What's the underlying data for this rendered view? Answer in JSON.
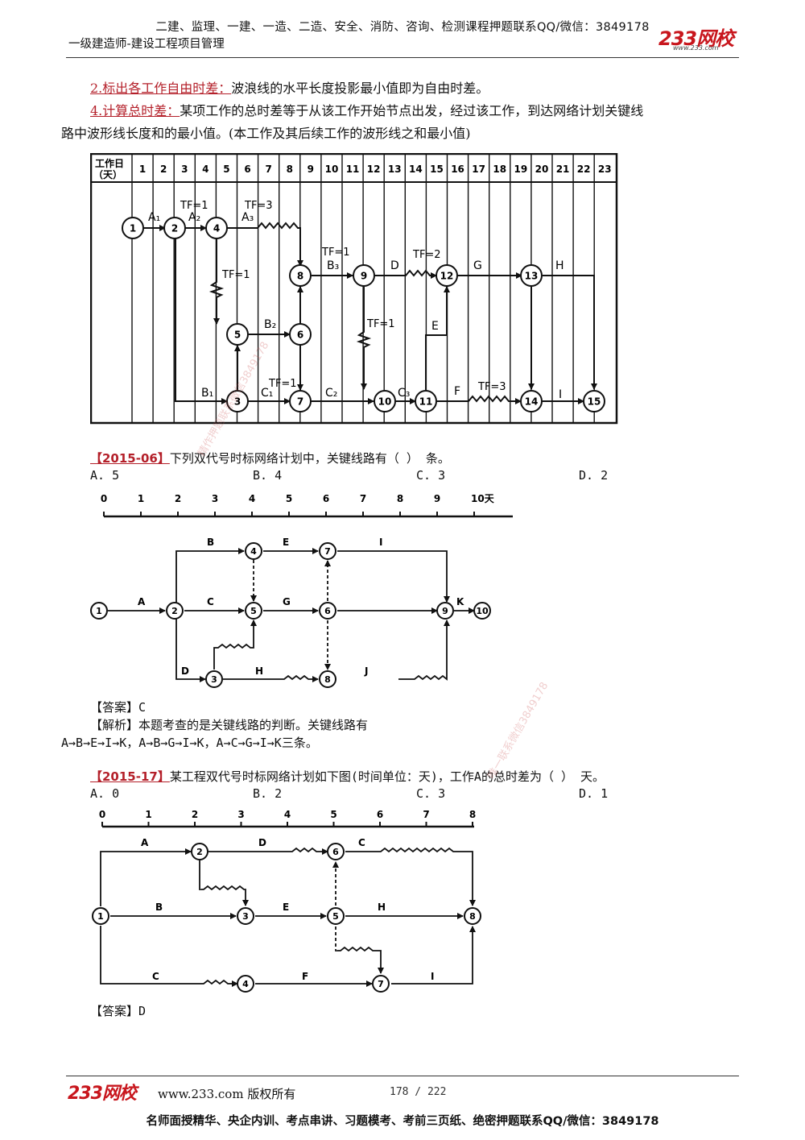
{
  "header": {
    "top_line": "二建、监理、一建、一造、二造、安全、消防、咨询、检测课程押题联系QQ/微信：3849178",
    "sub_title": "一级建造师-建设工程项目管理",
    "logo": "233网校",
    "logo_url": "www.233.com"
  },
  "section": {
    "p1_label": "2.标出各工作自由时差：",
    "p1_text": "波浪线的水平长度投影最小值即为自由时差。",
    "p2_label": "4.计算总时差：",
    "p2_text": "某项工作的总时差等于从该工作开始节点出发，经过该工作，到达网络计划关键线",
    "p2_text2": "路中波形线长度和的最小值。(本工作及其后续工作的波形线之和最小值)"
  },
  "diagram1": {
    "header_label_1": "工作日",
    "header_label_2": "（天）",
    "days": [
      "1",
      "2",
      "3",
      "4",
      "5",
      "6",
      "7",
      "8",
      "9",
      "10",
      "11",
      "12",
      "13",
      "14",
      "15",
      "16",
      "17",
      "18",
      "19",
      "20",
      "21",
      "22",
      "23"
    ],
    "nodes": [
      "1",
      "2",
      "4",
      "8",
      "9",
      "12",
      "13",
      "5",
      "6",
      "3",
      "7",
      "10",
      "11",
      "14",
      "15"
    ],
    "labels": {
      "A1": "A₁",
      "A2": "A₂",
      "A3": "A₃",
      "B1": "B₁",
      "B2": "B₂",
      "B3": "B₃",
      "C1": "C₁",
      "C2": "C₂",
      "C3": "C₃",
      "D": "D",
      "E": "E",
      "F": "F",
      "G": "G",
      "H": "H",
      "I": "I",
      "tf1a": "TF=1",
      "tf3a": "TF=3",
      "tf1b": "TF=1",
      "tf2": "TF=2",
      "tf1c": "TF=1",
      "tf1d": "TF=1",
      "tf1e": "TF=1",
      "tf3b": "TF=3"
    }
  },
  "q1": {
    "tag": "【2015-06】",
    "text": "下列双代号时标网络计划中，关键线路有（    ） 条。",
    "options": [
      "A. 5",
      "B. 4",
      "C. 3",
      "D. 2"
    ],
    "scale": [
      "0",
      "1",
      "2",
      "3",
      "4",
      "5",
      "6",
      "7",
      "8",
      "9",
      "10天"
    ],
    "nodes": [
      "1",
      "2",
      "4",
      "7",
      "5",
      "6",
      "9",
      "10",
      "3",
      "8"
    ],
    "labels": {
      "A": "A",
      "B": "B",
      "E": "E",
      "I": "I",
      "C": "C",
      "G": "G",
      "K": "K",
      "D": "D",
      "H": "H",
      "J": "J"
    },
    "answer": "【答案】C",
    "analysis_1": "【解析】本题考查的是关键线路的判断。关键线路有",
    "analysis_2": "A→B→E→I→K，A→B→G→I→K，A→C→G→I→K三条。"
  },
  "q2": {
    "tag": "【2015-17】",
    "text": "某工程双代号时标网络计划如下图(时间单位：天)，工作A的总时差为（    ） 天。",
    "options": [
      "A. 0",
      "B. 2",
      "C. 3",
      "D. 1"
    ],
    "scale": [
      "0",
      "1",
      "2",
      "3",
      "4",
      "5",
      "6",
      "7",
      "8"
    ],
    "nodes": [
      "1",
      "2",
      "6",
      "3",
      "5",
      "8",
      "4",
      "7"
    ],
    "labels": {
      "A": "A",
      "D": "D",
      "C_top": "C",
      "B": "B",
      "E": "E",
      "H": "H",
      "C": "C",
      "F": "F",
      "I": "I"
    },
    "answer": "【答案】D"
  },
  "watermarks": [
    "精作押题联系微信3849178",
    "唯一联系微信3849178"
  ],
  "footer": {
    "logo": "233网校",
    "url_text": "www.233.com 版权所有",
    "page": "178 / 222",
    "bottom_line": "名师面授精华、央企内训、考点串讲、习题模考、考前三页纸、绝密押题联系QQ/微信：3849178"
  }
}
